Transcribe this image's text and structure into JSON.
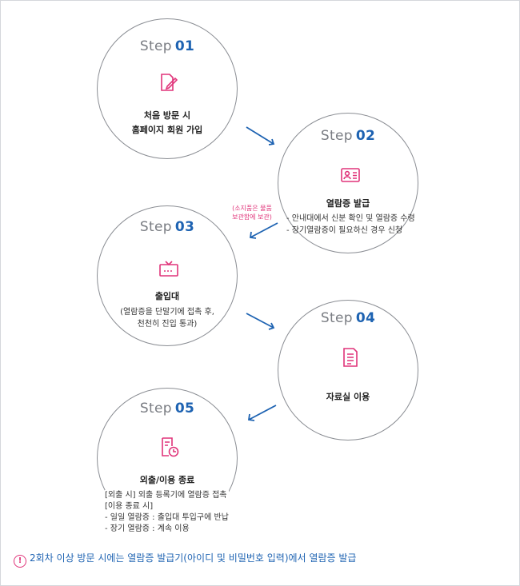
{
  "steps": [
    {
      "word": "Step",
      "num": "01",
      "icon": "pencil-document-icon",
      "title": [
        "처음 방문 시",
        "홈페이지 회원 가입"
      ]
    },
    {
      "word": "Step",
      "num": "02",
      "icon": "id-card-icon",
      "title": [
        "열람증 발급"
      ],
      "desc": [
        "- 안내대에서 신분 확인 및 열람증 수령",
        "- 장기열람증이 필요하신 경우 신청"
      ]
    },
    {
      "word": "Step",
      "num": "03",
      "icon": "gate-terminal-icon",
      "title": [
        "출입대"
      ],
      "desc": [
        "(열람증을 단말기에 접촉 후,",
        "천천히 진입 통과)"
      ]
    },
    {
      "word": "Step",
      "num": "04",
      "icon": "document-list-icon",
      "title": [
        "자료실 이용"
      ]
    },
    {
      "word": "Step",
      "num": "05",
      "icon": "clock-document-icon",
      "title": [
        "외출/이용 종료"
      ],
      "desc": [
        "[외출 시] 외출 등록기에 열람증 접촉",
        "[이용 종료 시]",
        " - 일일 열람증 : 출입대 투입구에 반납",
        " - 장기 열람증 : 계속 이용"
      ]
    }
  ],
  "note": [
    "(소지품은 물품",
    "보관함에 보관)"
  ],
  "footer": "2회차 이상 방문 시에는 열람증 발급기(아이디 및 비밀번호 입력)에서 열람증 발급",
  "colors": {
    "accent_blue": "#1e63b2",
    "accent_pink": "#e0347a",
    "circle_border": "#8a8d93"
  }
}
